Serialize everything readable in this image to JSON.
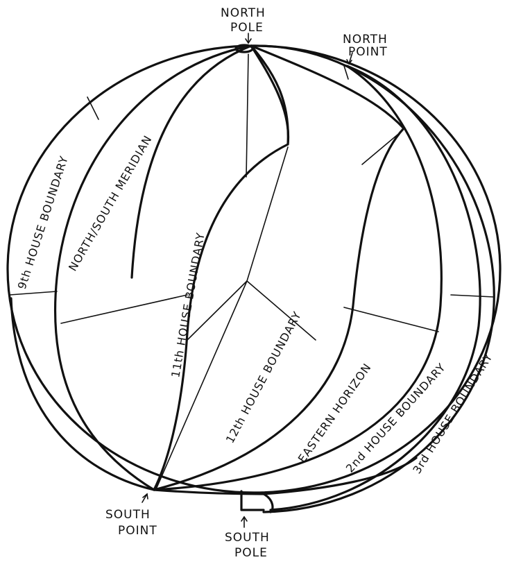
{
  "labels": {
    "north_pole_1": "NORTH",
    "north_pole_2": "POLE",
    "north_point_1": "NORTH",
    "north_point_2": "POINT",
    "south_point_1": "SOUTH",
    "south_point_2": "POINT",
    "south_pole_1": "SOUTH",
    "south_pole_2": "POLE",
    "house9": "9th HOUSE BOUNDARY",
    "meridian": "NORTH/SOUTH MERIDIAN",
    "house11": "11th HOUSE BOUNDARY",
    "house12": "12th HOUSE BOUNDARY",
    "eastern_horizon": "EASTERN HORIZON",
    "house2": "2nd HOUSE BOUNDARY",
    "house3": "3rd HOUSE BOUNDARY"
  }
}
